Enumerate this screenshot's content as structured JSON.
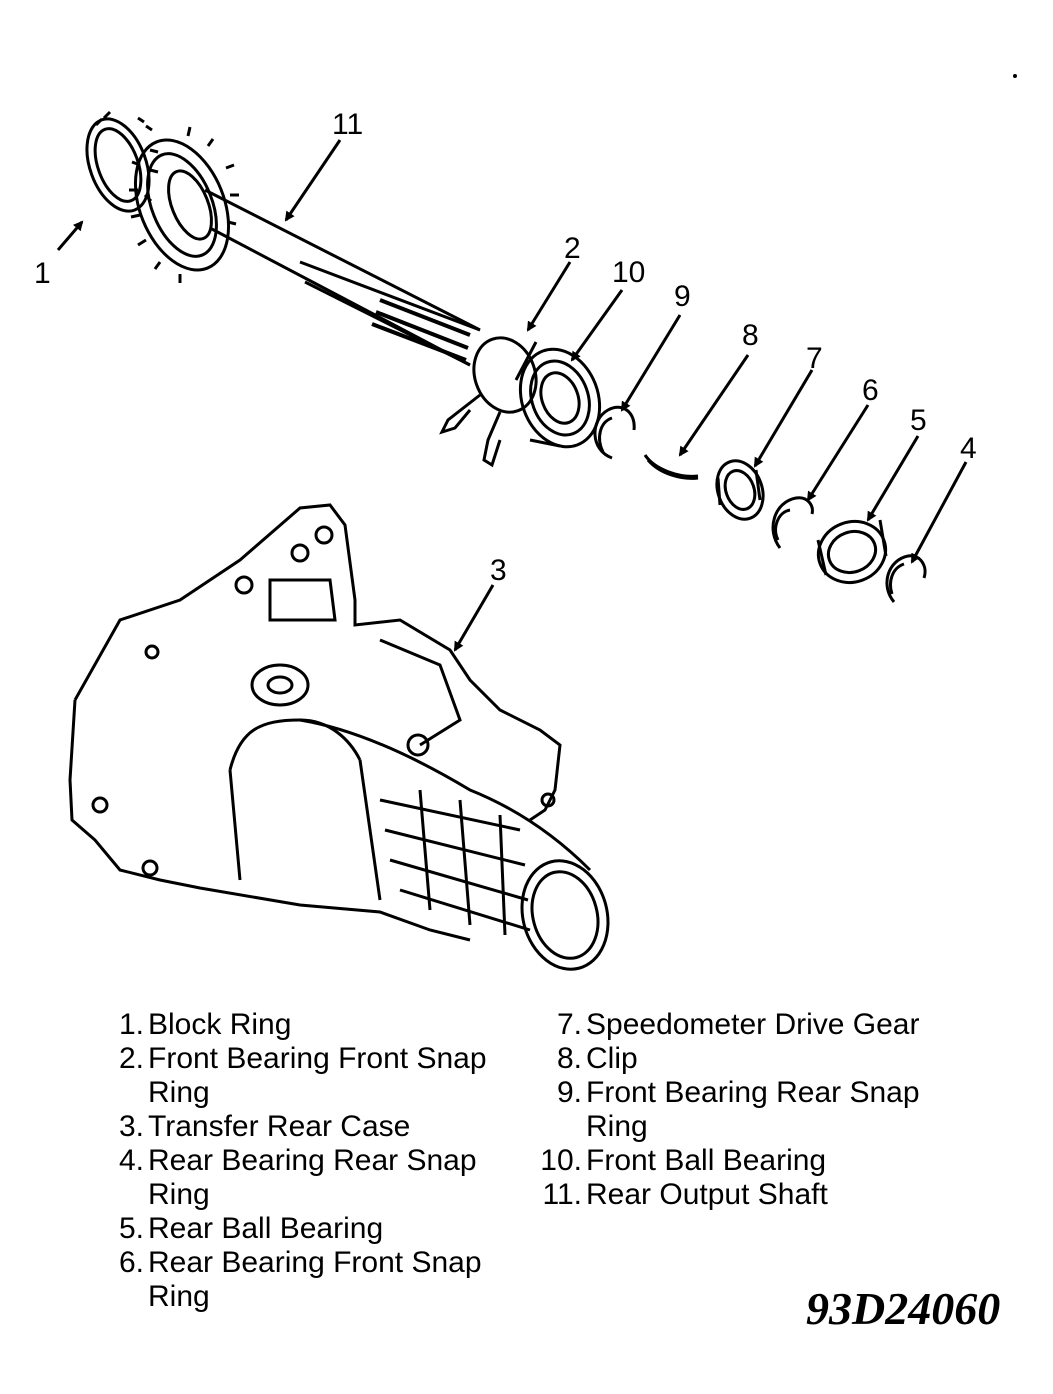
{
  "callouts": [
    {
      "number": "1"
    },
    {
      "number": "2"
    },
    {
      "number": "3"
    },
    {
      "number": "4"
    },
    {
      "number": "5"
    },
    {
      "number": "6"
    },
    {
      "number": "7"
    },
    {
      "number": "8"
    },
    {
      "number": "9"
    },
    {
      "number": "10"
    },
    {
      "number": "11"
    }
  ],
  "legend": [
    {
      "number": "1.",
      "text": "Block Ring"
    },
    {
      "number": "2.",
      "text": "Front Bearing Front Snap Ring"
    },
    {
      "number": "3.",
      "text": "Transfer Rear Case"
    },
    {
      "number": "4.",
      "text": "Rear Bearing Rear Snap Ring"
    },
    {
      "number": "5.",
      "text": "Rear Ball Bearing"
    },
    {
      "number": "6.",
      "text": "Rear Bearing Front Snap Ring"
    },
    {
      "number": "7.",
      "text": "Speedometer Drive Gear"
    },
    {
      "number": "8.",
      "text": "Clip"
    },
    {
      "number": "9.",
      "text": "Front Bearing Rear Snap Ring"
    },
    {
      "number": "10.",
      "text": "Front Ball Bearing"
    },
    {
      "number": "11.",
      "text": "Rear Output Shaft"
    }
  ],
  "figure_id": "93D24060"
}
